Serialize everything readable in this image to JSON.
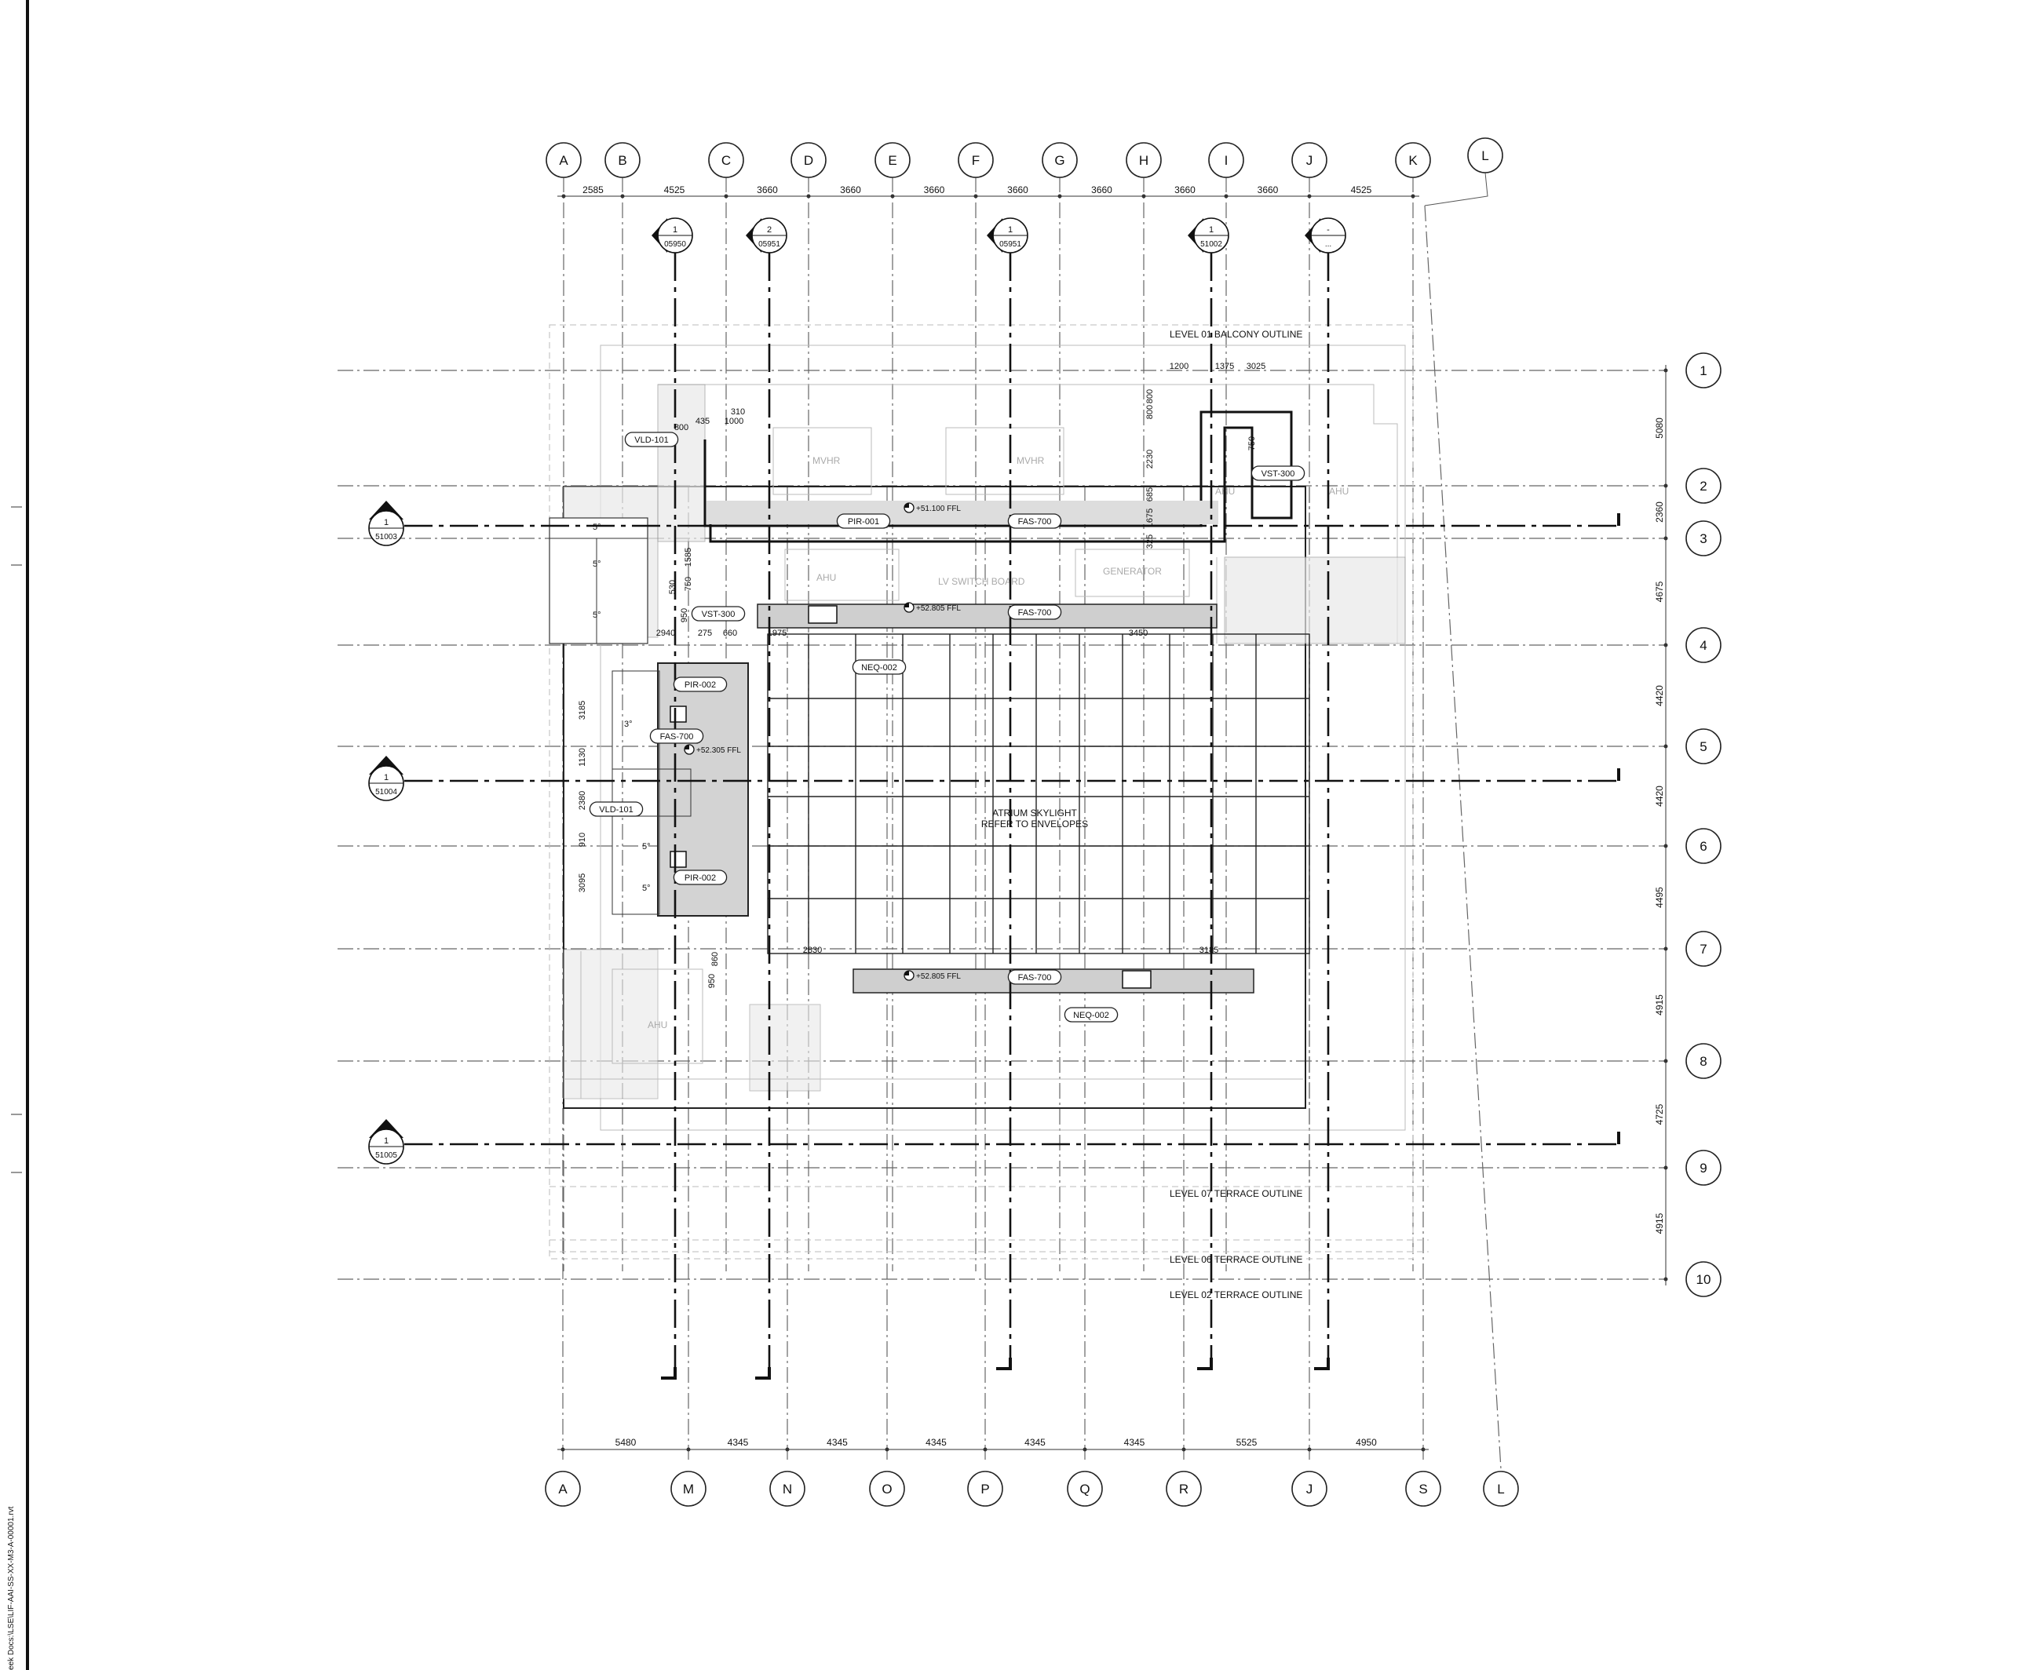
{
  "grids_top": [
    {
      "id": "A",
      "dim": "2585"
    },
    {
      "id": "B",
      "dim": "4525"
    },
    {
      "id": "C",
      "dim": "3660"
    },
    {
      "id": "D",
      "dim": "3660"
    },
    {
      "id": "E",
      "dim": "3660"
    },
    {
      "id": "F",
      "dim": "3660"
    },
    {
      "id": "G",
      "dim": "3660"
    },
    {
      "id": "H",
      "dim": "3660"
    },
    {
      "id": "I",
      "dim": "3660"
    },
    {
      "id": "J",
      "dim": "4525"
    },
    {
      "id": "K",
      "dim": ""
    }
  ],
  "grid_l_top": "L",
  "grids_bottom": [
    {
      "id": "A",
      "dim": "5480"
    },
    {
      "id": "M",
      "dim": "4345"
    },
    {
      "id": "N",
      "dim": "4345"
    },
    {
      "id": "O",
      "dim": "4345"
    },
    {
      "id": "P",
      "dim": "4345"
    },
    {
      "id": "Q",
      "dim": "4345"
    },
    {
      "id": "R",
      "dim": "5525"
    },
    {
      "id": "J",
      "dim": "4950"
    },
    {
      "id": "S",
      "dim": ""
    },
    {
      "id": "L",
      "dim": ""
    }
  ],
  "grids_right": [
    {
      "id": "1",
      "dim": "5080"
    },
    {
      "id": "2",
      "dim": "2360"
    },
    {
      "id": "3",
      "dim": "4675"
    },
    {
      "id": "4",
      "dim": "4420"
    },
    {
      "id": "5",
      "dim": "4420"
    },
    {
      "id": "6",
      "dim": "4495"
    },
    {
      "id": "7",
      "dim": "4915"
    },
    {
      "id": "8",
      "dim": "4725"
    },
    {
      "id": "9",
      "dim": "4915"
    },
    {
      "id": "10",
      "dim": ""
    }
  ],
  "sections_vertical": [
    {
      "num": "1",
      "sheet": "05950"
    },
    {
      "num": "2",
      "sheet": "05951"
    },
    {
      "num": "1",
      "sheet": "05951"
    },
    {
      "num": "1",
      "sheet": "51002"
    },
    {
      "num": "-",
      "sheet": "..."
    }
  ],
  "sections_horizontal": [
    {
      "num": "1",
      "sheet": "51003"
    },
    {
      "num": "1",
      "sheet": "51004"
    },
    {
      "num": "1",
      "sheet": "51005"
    }
  ],
  "outlines": {
    "balcony": "LEVEL 01 BALCONY OUTLINE",
    "terrace07": "LEVEL 07 TERRACE OUTLINE",
    "terrace06": "LEVEL 06 TERRACE OUTLINE",
    "terrace02": "LEVEL 02 TERRACE OUTLINE"
  },
  "skylight": {
    "line1": "ATRIUM SKYLIGHT",
    "line2": "REFER TO ENVELOPES"
  },
  "rooms": {
    "mvhr1": "MVHR",
    "mvhr2": "MVHR",
    "ahu1": "AHU",
    "ahu2": "AHU",
    "ahu3": "AHU",
    "ahu4": "AHU",
    "lv": "LV SWITCH BOARD",
    "gen": "GENERATOR"
  },
  "tags": {
    "vld1": "VLD-101",
    "vld2": "VLD-101",
    "pir1": "PIR-001",
    "pir2a": "PIR-002",
    "pir2b": "PIR-002",
    "fas1": "FAS-700",
    "fas2": "FAS-700",
    "fas3": "FAS-700",
    "fas4": "FAS-700",
    "vst1": "VST-300",
    "vst2": "VST-300",
    "neq1": "NEQ-002",
    "neq2": "NEQ-002"
  },
  "levels": {
    "l1": "+51.100 FFL",
    "l2": "+52.805 FFL",
    "l3": "+52.305 FFL",
    "l4": "+52.805 FFL"
  },
  "dims_local": {
    "d1200": "1200",
    "d1375": "1375",
    "d3025": "3025",
    "d800a": "800",
    "d800b": "800",
    "d2230": "2230",
    "d685": "685",
    "d1675": "1675",
    "d325": "325",
    "d750a": "750",
    "d310": "310",
    "d1000": "1000",
    "d800c": "800",
    "d435": "435",
    "d1585": "1585",
    "d530": "530",
    "d750b": "750",
    "d950a": "950",
    "d2940": "2940",
    "d275": "275",
    "d660": "660",
    "d1975": "1975",
    "d3450": "3450",
    "d3185a": "3185",
    "d1130": "1130",
    "d2380": "2380",
    "d910": "910",
    "d3095": "3095",
    "d2830": "2830",
    "d3185b": "3185",
    "d860": "860",
    "d950b": "950"
  },
  "stairs": {
    "s1": "5°",
    "s2": "5°",
    "s3": "5°",
    "s4": "3°",
    "s5": "5°",
    "s6": "5°"
  },
  "margin_text": "eek Docs:\\LSE\\LIF-AAI-SS-XX-M3-A-00001.rvt"
}
